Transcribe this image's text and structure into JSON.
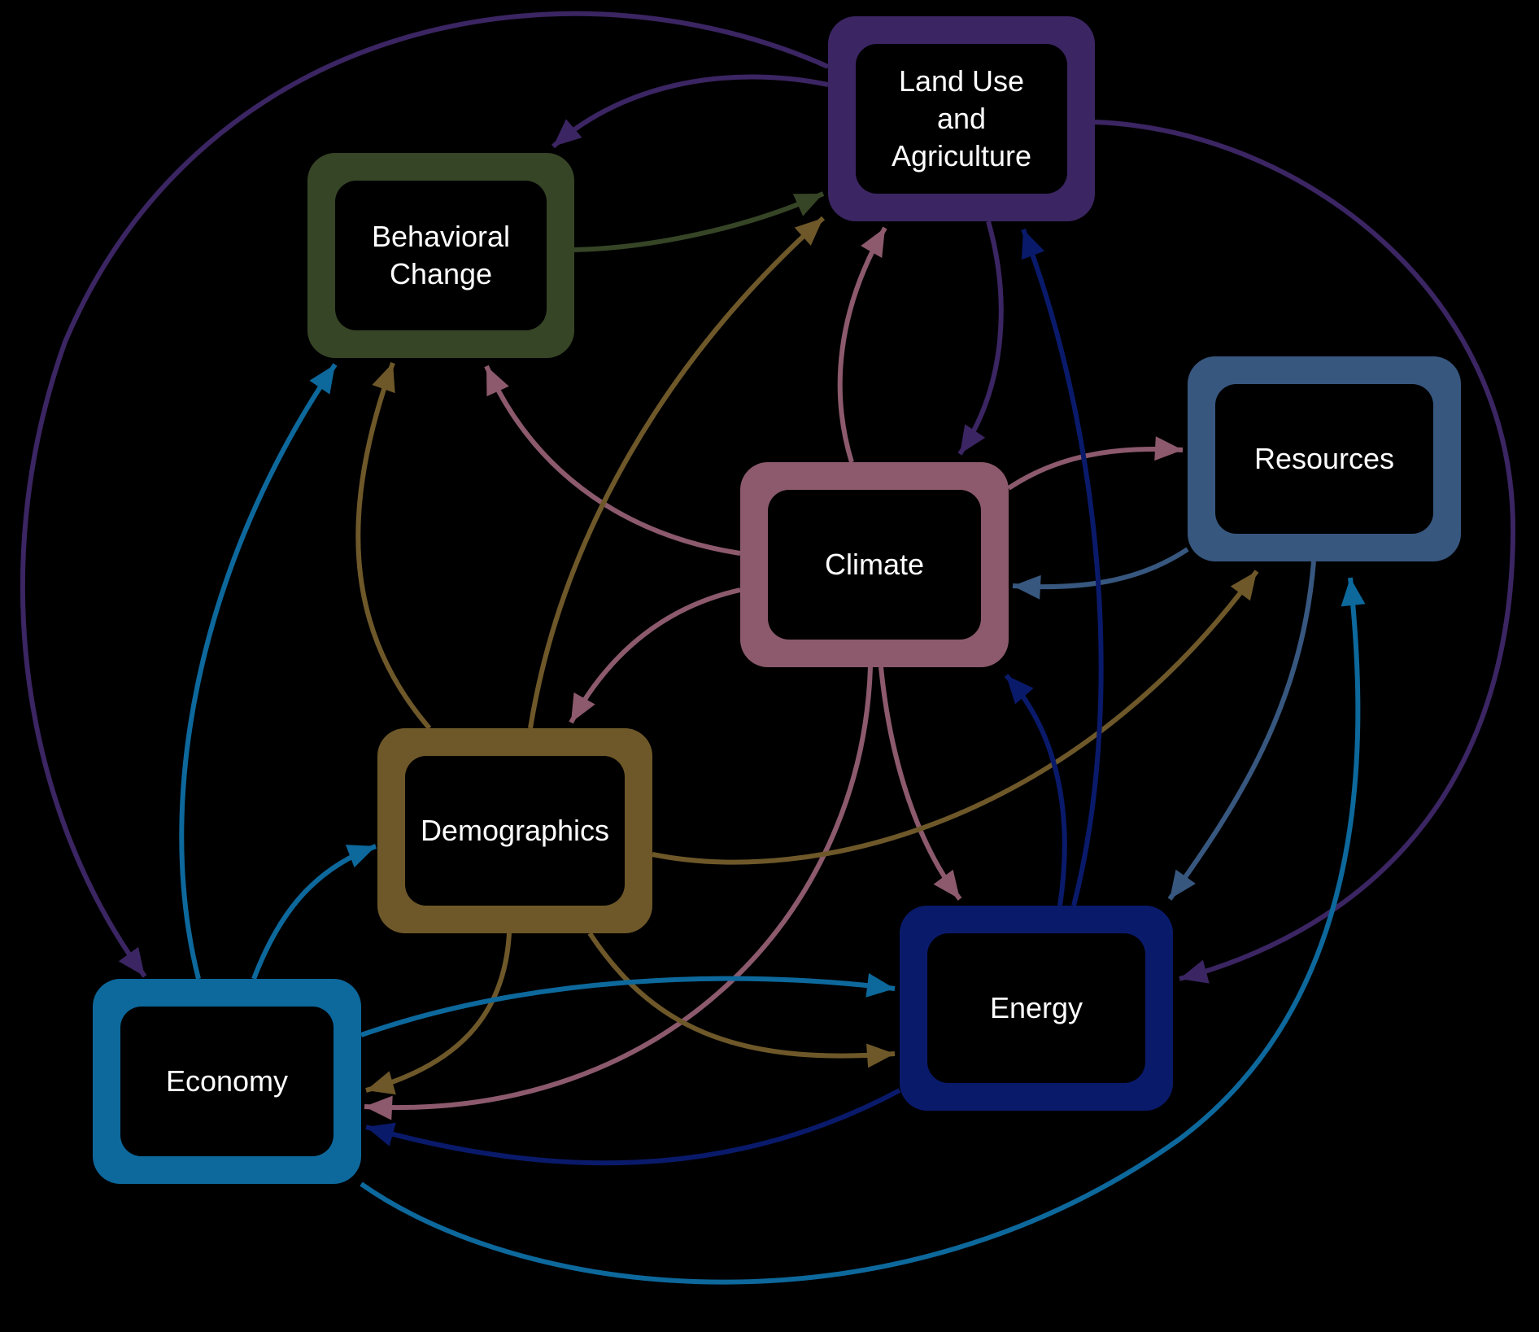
{
  "diagram": {
    "type": "causal-loop / interaction network",
    "background": "#000000",
    "nodes": [
      {
        "id": "land",
        "label_lines": [
          "Land Use",
          "and",
          "Agriculture"
        ],
        "color": "#3b2562"
      },
      {
        "id": "behav",
        "label_lines": [
          "Behavioral",
          "Change"
        ],
        "color": "#364526"
      },
      {
        "id": "resources",
        "label_lines": [
          "Resources"
        ],
        "color": "#37577f"
      },
      {
        "id": "climate",
        "label_lines": [
          "Climate"
        ],
        "color": "#8c5a6c"
      },
      {
        "id": "demo",
        "label_lines": [
          "Demographics"
        ],
        "color": "#6e5829"
      },
      {
        "id": "energy",
        "label_lines": [
          "Energy"
        ],
        "color": "#0a1a6b"
      },
      {
        "id": "economy",
        "label_lines": [
          "Economy"
        ],
        "color": "#0d689c"
      }
    ],
    "edges": [
      {
        "from": "land",
        "to": "behav"
      },
      {
        "from": "land",
        "to": "economy"
      },
      {
        "from": "land",
        "to": "climate"
      },
      {
        "from": "land",
        "to": "energy"
      },
      {
        "from": "behav",
        "to": "land"
      },
      {
        "from": "climate",
        "to": "land"
      },
      {
        "from": "climate",
        "to": "behav"
      },
      {
        "from": "climate",
        "to": "resources"
      },
      {
        "from": "climate",
        "to": "demo"
      },
      {
        "from": "climate",
        "to": "economy"
      },
      {
        "from": "climate",
        "to": "energy"
      },
      {
        "from": "resources",
        "to": "climate"
      },
      {
        "from": "resources",
        "to": "energy"
      },
      {
        "from": "demo",
        "to": "land"
      },
      {
        "from": "demo",
        "to": "behav"
      },
      {
        "from": "demo",
        "to": "resources"
      },
      {
        "from": "demo",
        "to": "economy"
      },
      {
        "from": "demo",
        "to": "energy"
      },
      {
        "from": "energy",
        "to": "land"
      },
      {
        "from": "energy",
        "to": "climate"
      },
      {
        "from": "energy",
        "to": "economy"
      },
      {
        "from": "economy",
        "to": "behav"
      },
      {
        "from": "economy",
        "to": "demo"
      },
      {
        "from": "economy",
        "to": "energy"
      },
      {
        "from": "economy",
        "to": "resources"
      }
    ]
  }
}
